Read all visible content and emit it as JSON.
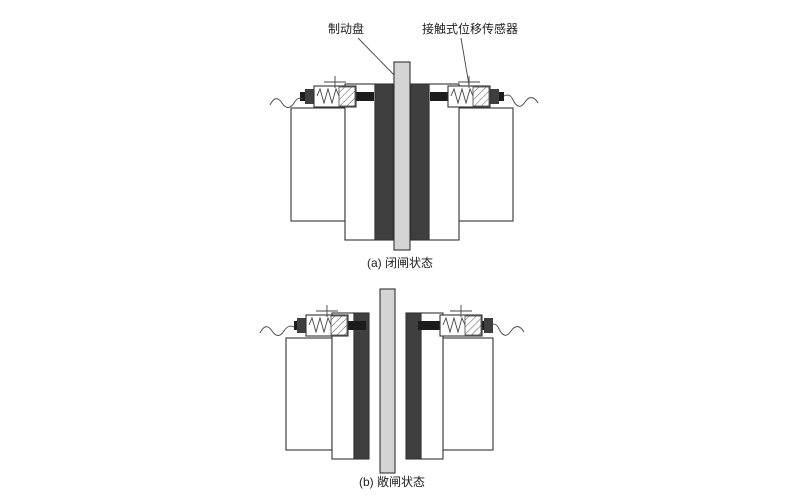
{
  "figure": {
    "label_brake_disc": "制动盘",
    "label_sensor": "接触式位移传感器",
    "caption_a": "(a) 闭闸状态",
    "caption_b": "(b) 敞闸状态"
  },
  "colors": {
    "background": "#ffffff",
    "outline": "#333333",
    "disc_gray": "#d4d4d4",
    "pad_dark": "#3f3f3f",
    "bar_black": "#1c1c1c",
    "block_white": "#ffffff"
  }
}
